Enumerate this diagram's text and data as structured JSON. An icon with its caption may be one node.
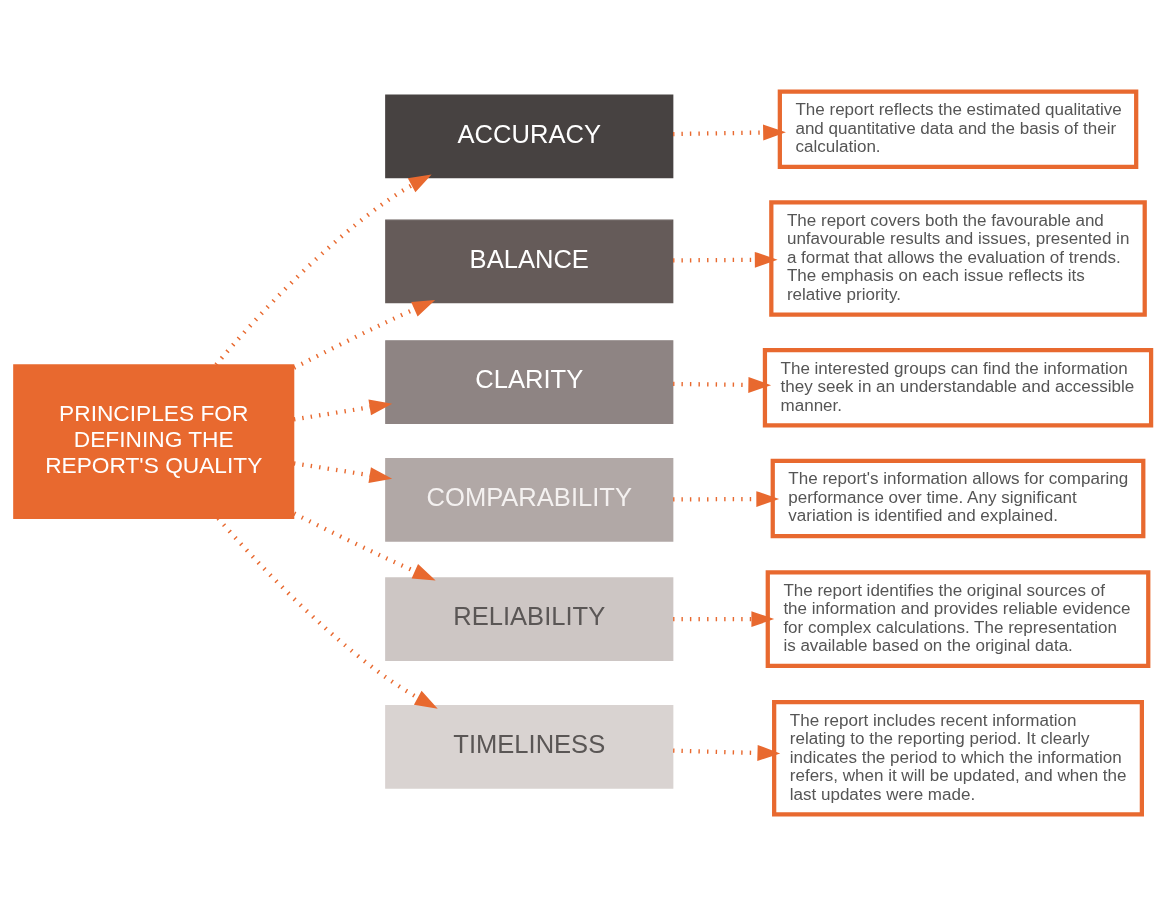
{
  "diagram": {
    "nodes": [
      {
        "text": [
          "PRINCIPLES FOR DEFINING THE REPORT'S QUALITY"
        ]
      },
      {
        "text": [
          "ACCURACY"
        ]
      },
      {
        "text": [
          "BALANCE"
        ]
      },
      {
        "text": [
          "CLARITY"
        ]
      },
      {
        "text": [
          "COMPARABILITY"
        ]
      },
      {
        "text": [
          "RELIABILITY"
        ]
      },
      {
        "text": [
          "TIMELINESS"
        ]
      },
      {
        "text": [
          "The report reflects the estimated qualitative and quantitative data and the basis of their calculation."
        ]
      },
      {
        "text": [
          "The report covers both the favourable and unfavourable results and issues, presented in a format that allows the evaluation of trends. The emphasis on each issue reflects its relative priority."
        ]
      },
      {
        "text": [
          "The interested groups can find the information they seek in an understandable and accessible manner."
        ]
      },
      {
        "text": [
          "The report's information allows for comparing performance over time. Any significant variation is identified and explained."
        ]
      },
      {
        "text": [
          "The report identifies the original sources of the information and provides reliable evidence for complex calculations. The representation is available based on the original data."
        ]
      },
      {
        "text": [
          "The report includes recent information relating to the reporting period. It clearly indicates the period to which the information refers, when it will be updated, and when the last updates were made."
        ]
      }
    ],
    "edges": [
      {
        "from": 0,
        "to": 1,
        "arrow": "to",
        "style": "dashed"
      },
      {
        "from": 0,
        "to": 2,
        "arrow": "to",
        "style": "dashed"
      },
      {
        "from": 0,
        "to": 3,
        "arrow": "to",
        "style": "dashed"
      },
      {
        "from": 0,
        "to": 4,
        "arrow": "to",
        "style": "dashed"
      },
      {
        "from": 0,
        "to": 5,
        "arrow": "to",
        "style": "dashed"
      },
      {
        "from": 0,
        "to": 6,
        "arrow": "to",
        "style": "dashed"
      },
      {
        "from": 1,
        "to": 7,
        "arrow": "to",
        "style": "dashed"
      },
      {
        "from": 2,
        "to": 8,
        "arrow": "to",
        "style": "dashed"
      },
      {
        "from": 3,
        "to": 9,
        "arrow": "to",
        "style": "dashed"
      },
      {
        "from": 4,
        "to": 10,
        "arrow": "to",
        "style": "dashed"
      },
      {
        "from": 5,
        "to": 11,
        "arrow": "to",
        "style": "dashed"
      },
      {
        "from": 6,
        "to": 12,
        "arrow": "to",
        "style": "dashed"
      }
    ]
  }
}
